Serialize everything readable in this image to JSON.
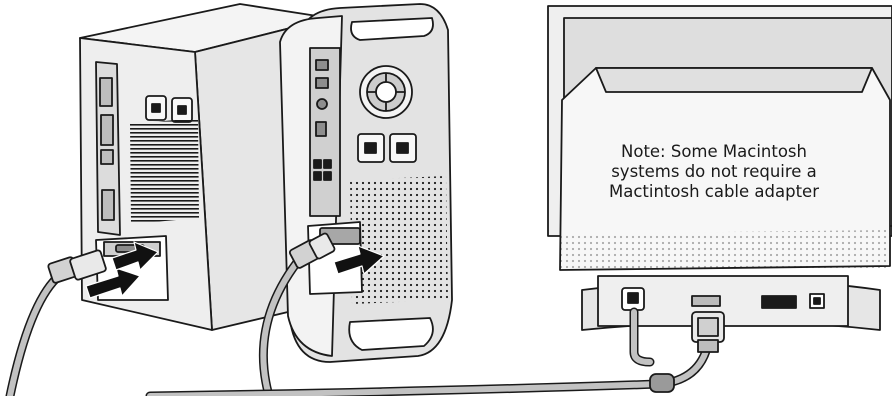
{
  "note": {
    "line1": "Note: Some Macintosh",
    "line2": "systems do not require a",
    "line3": "Mactintosh cable adapter"
  },
  "colors": {
    "outline": "#1a1a1a",
    "body_light": "#f2f2f2",
    "body_mid": "#d8d8d8",
    "body_dark": "#9a9a9a",
    "cable": "#b8b8b8",
    "arrow": "#111111"
  },
  "icons": [
    "pc-tower",
    "power-mac-tower",
    "crt-monitor",
    "vga-connector",
    "insert-arrow",
    "mac-adapter",
    "video-cable",
    "ferrite-bead"
  ]
}
